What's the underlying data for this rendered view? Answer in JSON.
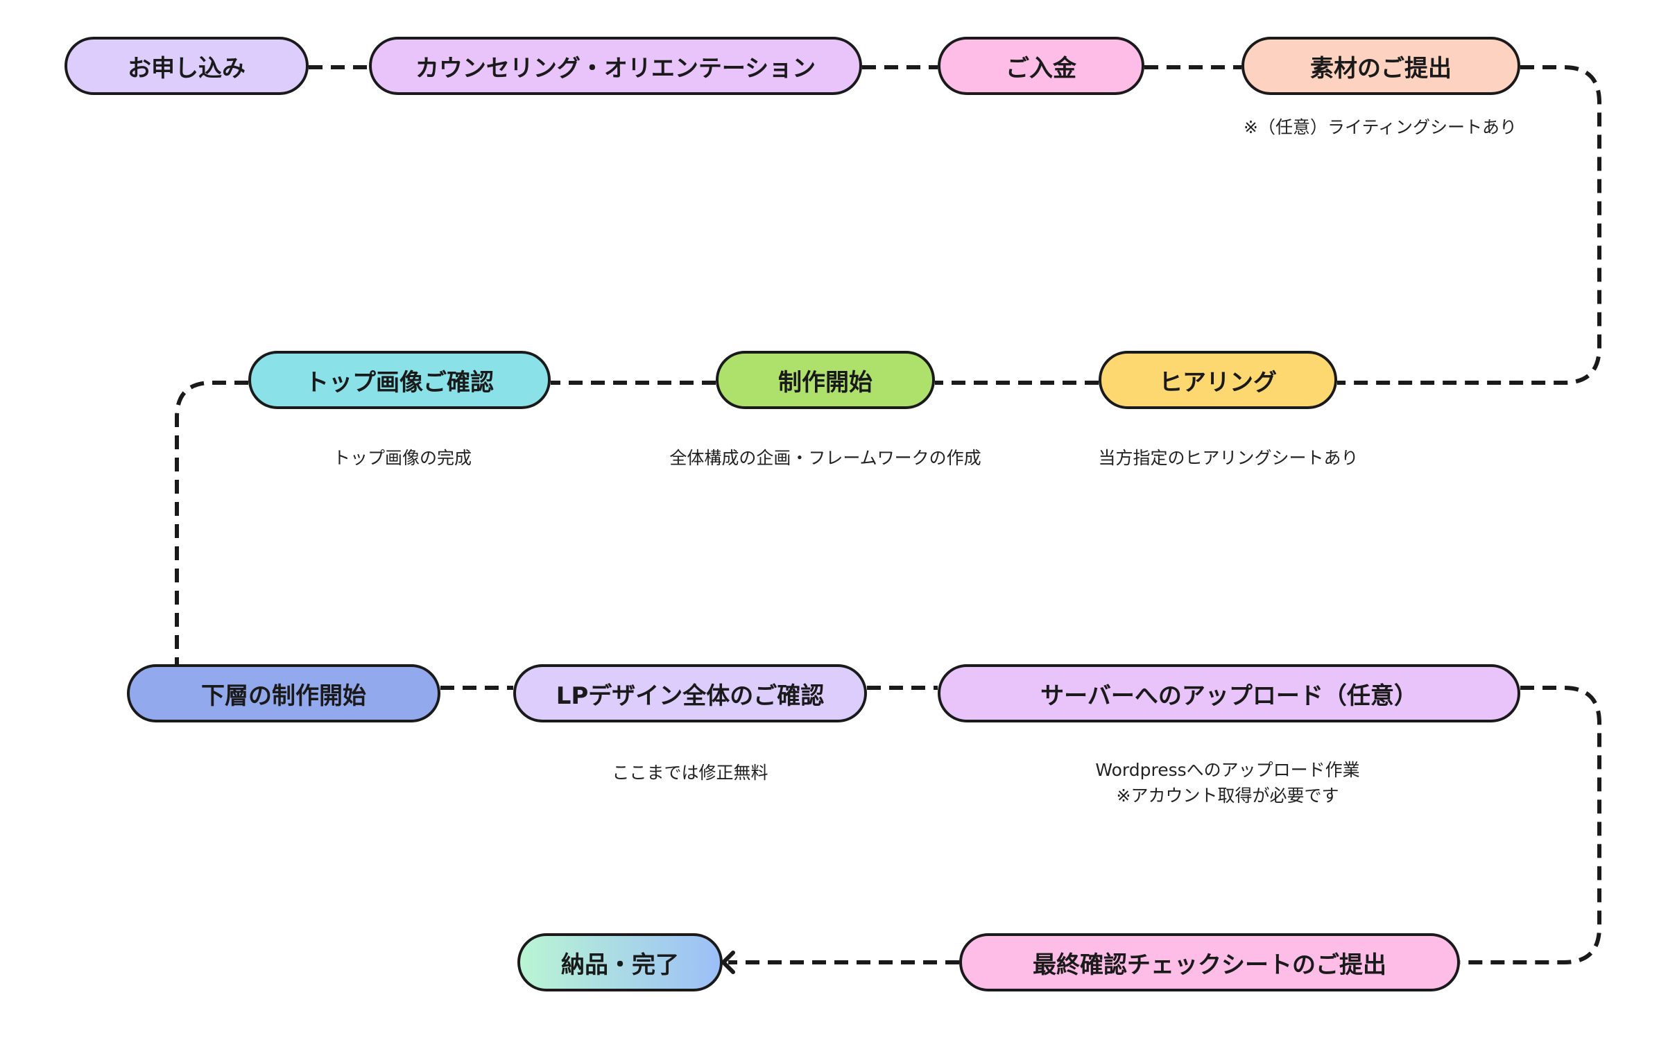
{
  "colors": {
    "stroke": "#1a1a1a",
    "note_text": "#222222"
  },
  "steps": [
    {
      "label": "お申し込み",
      "color": "#dccdfd"
    },
    {
      "label": "カウンセリング・オリエンテーション",
      "color": "#e9c4fa"
    },
    {
      "label": "ご入金",
      "color": "#fdbde6"
    },
    {
      "label": "素材のご提出",
      "color": "#fed2c0"
    },
    {
      "label": "ヒアリング",
      "color": "#fdd870"
    },
    {
      "label": "制作開始",
      "color": "#ade16c"
    },
    {
      "label": "トップ画像ご確認",
      "color": "#8ae1e8"
    },
    {
      "label": "下層の制作開始",
      "color": "#93a9ee"
    },
    {
      "label": "LPデザイン全体のご確認",
      "color": "#dccdfd"
    },
    {
      "label": "サーバーへのアップロード（任意）",
      "color": "#e9c4fa"
    },
    {
      "label": "最終確認チェックシートのご提出",
      "color": "#fdbde6"
    },
    {
      "label": "納品・完了",
      "gradient": [
        "#b9f5d3",
        "#9cbff7"
      ]
    }
  ],
  "notes": {
    "material_submission": "※（任意）ライティングシートあり",
    "hearing": "当方指定のヒアリングシートあり",
    "production_start": "全体構成の企画・フレームワークの作成",
    "top_image": "トップ画像の完成",
    "lp_review": "ここまでは修正無料",
    "server_upload_line1": "Wordpressへのアップロード作業",
    "server_upload_line2": "※アカウント取得が必要です"
  }
}
